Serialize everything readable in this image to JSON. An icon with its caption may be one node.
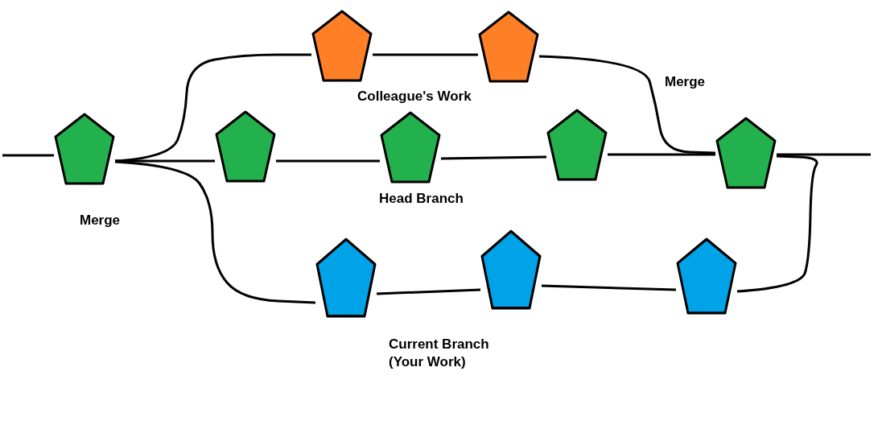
{
  "diagram": {
    "nodes": [
      {
        "text": [],
        "shape": "pentagon"
      },
      {
        "text": [],
        "shape": "pentagon"
      },
      {
        "text": [],
        "shape": "pentagon"
      },
      {
        "text": [],
        "shape": "pentagon"
      },
      {
        "text": [],
        "shape": "pentagon"
      },
      {
        "text": [],
        "shape": "pentagon"
      },
      {
        "text": [],
        "shape": "pentagon"
      },
      {
        "text": [],
        "shape": "pentagon"
      },
      {
        "text": [],
        "shape": "pentagon"
      },
      {
        "text": [],
        "shape": "pentagon"
      }
    ],
    "edges": [
      {
        "from": null,
        "to": 2,
        "arrow": "none"
      },
      {
        "from": 2,
        "to": 3,
        "arrow": "none"
      },
      {
        "from": 3,
        "to": 4,
        "arrow": "none"
      },
      {
        "from": 4,
        "to": 5,
        "arrow": "none"
      },
      {
        "from": 5,
        "to": 6,
        "arrow": "none"
      },
      {
        "from": 6,
        "to": null,
        "arrow": "none"
      },
      {
        "from": 2,
        "to": 0,
        "arrow": "none"
      },
      {
        "from": 0,
        "to": 1,
        "arrow": "none"
      },
      {
        "from": 1,
        "to": 6,
        "arrow": "none"
      },
      {
        "from": 2,
        "to": 7,
        "arrow": "none"
      },
      {
        "from": 7,
        "to": 8,
        "arrow": "none"
      },
      {
        "from": 8,
        "to": 9,
        "arrow": "none"
      },
      {
        "from": 9,
        "to": 6,
        "arrow": "none"
      }
    ],
    "labels": [
      "Merge",
      "Colleague's Work",
      "Head Branch",
      "Merge",
      "Current Branch (Your Work)"
    ]
  }
}
